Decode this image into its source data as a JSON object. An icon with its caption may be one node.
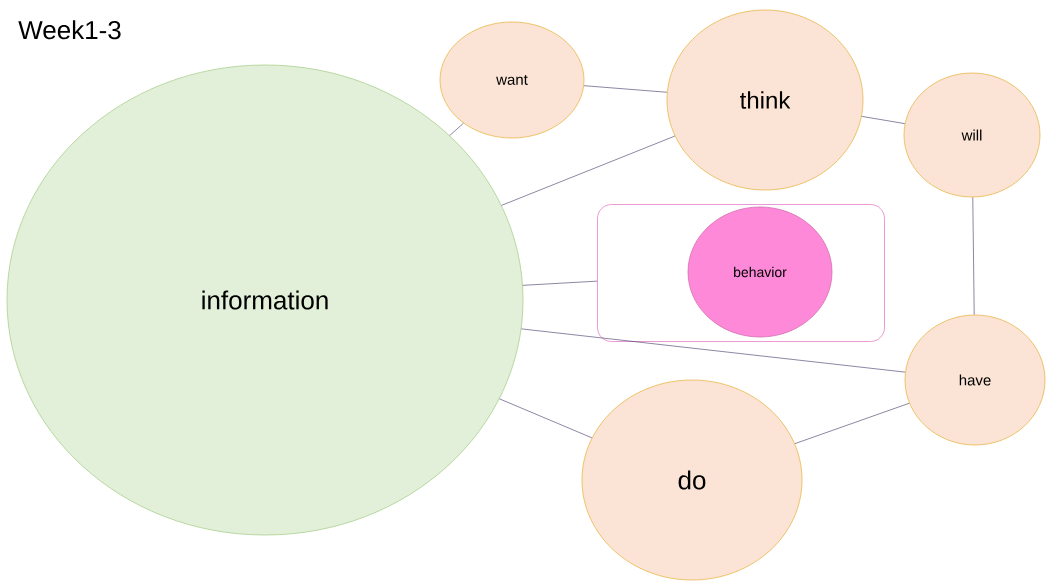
{
  "diagram": {
    "title": "Week1-3",
    "nodes": [
      {
        "text": [
          "information"
        ]
      },
      {
        "text": [
          "want"
        ]
      },
      {
        "text": [
          "think"
        ]
      },
      {
        "text": [
          "will"
        ]
      },
      {
        "text": [],
        "shape": "box"
      },
      {
        "text": [
          "behavior"
        ],
        "in": 4
      },
      {
        "text": [
          "have"
        ]
      },
      {
        "text": [
          "do"
        ]
      }
    ],
    "edges": [
      {
        "from": 0,
        "to": 1,
        "arrow": "none"
      },
      {
        "from": 1,
        "to": 2,
        "arrow": "none"
      },
      {
        "from": 0,
        "to": 2,
        "arrow": "none"
      },
      {
        "from": 2,
        "to": 3,
        "arrow": "none"
      },
      {
        "from": 3,
        "to": 6,
        "arrow": "none"
      },
      {
        "from": 0,
        "to": 4,
        "arrow": "none"
      },
      {
        "from": 0,
        "to": 6,
        "arrow": "none"
      },
      {
        "from": 0,
        "to": 7,
        "arrow": "none"
      },
      {
        "from": 7,
        "to": 6,
        "arrow": "none"
      }
    ]
  }
}
